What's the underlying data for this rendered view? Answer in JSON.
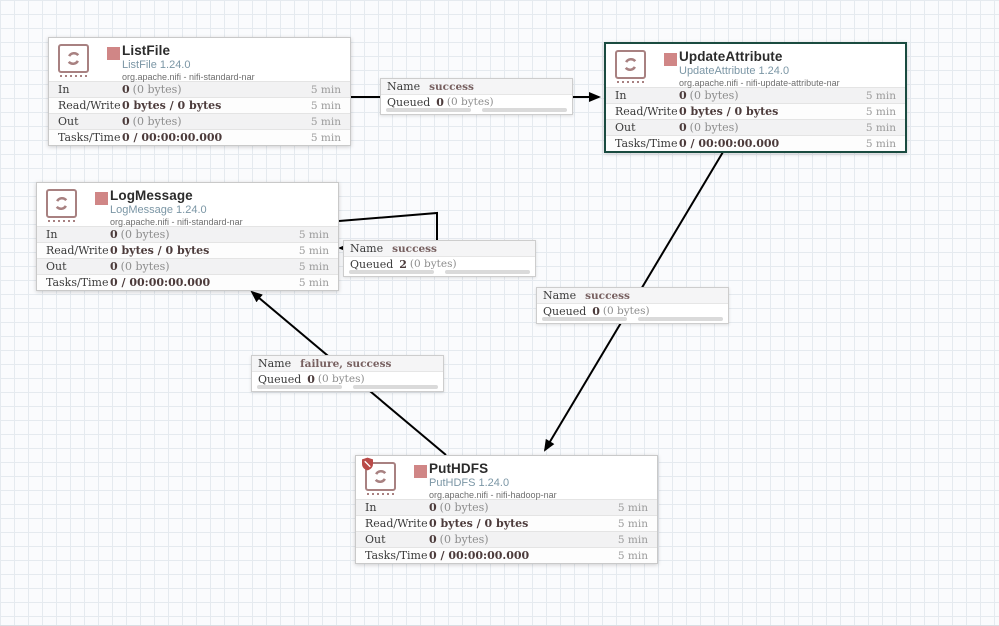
{
  "processors": [
    {
      "name": "ListFile",
      "type": "ListFile 1.24.0",
      "bundle": "org.apache.nifi - nifi-standard-nar",
      "stats": [
        {
          "label": "In",
          "bold": "0",
          "normal": "(0 bytes)",
          "time": "5 min"
        },
        {
          "label": "Read/Write",
          "bold": "0 bytes / 0 bytes",
          "normal": "",
          "time": "5 min"
        },
        {
          "label": "Out",
          "bold": "0",
          "normal": "(0 bytes)",
          "time": "5 min"
        },
        {
          "label": "Tasks/Time",
          "bold": "0 / 00:00:00.000",
          "normal": "",
          "time": "5 min"
        }
      ]
    },
    {
      "name": "UpdateAttribute",
      "type": "UpdateAttribute 1.24.0",
      "bundle": "org.apache.nifi - nifi-update-attribute-nar",
      "stats": [
        {
          "label": "In",
          "bold": "0",
          "normal": "(0 bytes)",
          "time": "5 min"
        },
        {
          "label": "Read/Write",
          "bold": "0 bytes / 0 bytes",
          "normal": "",
          "time": "5 min"
        },
        {
          "label": "Out",
          "bold": "0",
          "normal": "(0 bytes)",
          "time": "5 min"
        },
        {
          "label": "Tasks/Time",
          "bold": "0 / 00:00:00.000",
          "normal": "",
          "time": "5 min"
        }
      ]
    },
    {
      "name": "LogMessage",
      "type": "LogMessage 1.24.0",
      "bundle": "org.apache.nifi - nifi-standard-nar",
      "stats": [
        {
          "label": "In",
          "bold": "0",
          "normal": "(0 bytes)",
          "time": "5 min"
        },
        {
          "label": "Read/Write",
          "bold": "0 bytes / 0 bytes",
          "normal": "",
          "time": "5 min"
        },
        {
          "label": "Out",
          "bold": "0",
          "normal": "(0 bytes)",
          "time": "5 min"
        },
        {
          "label": "Tasks/Time",
          "bold": "0 / 00:00:00.000",
          "normal": "",
          "time": "5 min"
        }
      ]
    },
    {
      "name": "PutHDFS",
      "type": "PutHDFS 1.24.0",
      "bundle": "org.apache.nifi - nifi-hadoop-nar",
      "stats": [
        {
          "label": "In",
          "bold": "0",
          "normal": "(0 bytes)",
          "time": "5 min"
        },
        {
          "label": "Read/Write",
          "bold": "0 bytes / 0 bytes",
          "normal": "",
          "time": "5 min"
        },
        {
          "label": "Out",
          "bold": "0",
          "normal": "(0 bytes)",
          "time": "5 min"
        },
        {
          "label": "Tasks/Time",
          "bold": "0 / 00:00:00.000",
          "normal": "",
          "time": "5 min"
        }
      ]
    }
  ],
  "connections": [
    {
      "name_label": "Name",
      "name": "success",
      "queued_label": "Queued",
      "count": "0",
      "size": "(0 bytes)"
    },
    {
      "name_label": "Name",
      "name": "success",
      "queued_label": "Queued",
      "count": "2",
      "size": "(0 bytes)"
    },
    {
      "name_label": "Name",
      "name": "success",
      "queued_label": "Queued",
      "count": "0",
      "size": "(0 bytes)"
    },
    {
      "name_label": "Name",
      "name": "failure, success",
      "queued_label": "Queued",
      "count": "0",
      "size": "(0 bytes)"
    }
  ],
  "colors": {
    "selected_border": "#1a4b40",
    "stopped_indicator": "#d08686",
    "processor_icon": "#a88181",
    "restricted_shield": "#b94a48",
    "type_text": "#7b96a5",
    "grid_line": "#e5eaef",
    "connection_line": "#000000"
  },
  "icons": {
    "processor_icon": "stamp-refresh-icon",
    "run_status": "stopped-square-icon",
    "restricted": "shield-icon"
  }
}
